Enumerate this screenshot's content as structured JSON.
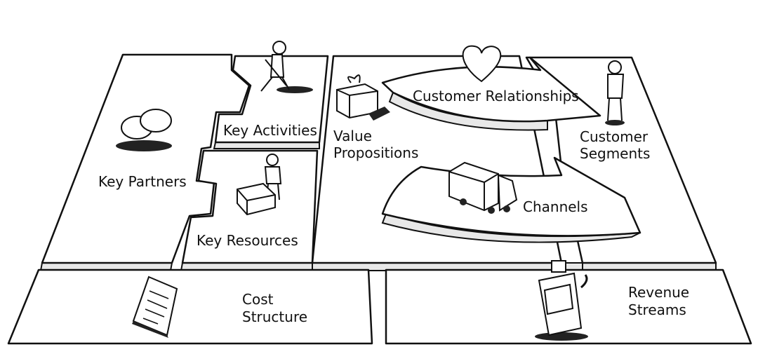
{
  "title": "Business Model Canvas",
  "blocks": {
    "key_partners": "Key Partners",
    "key_activities": "Key Activities",
    "key_resources": "Key Resources",
    "value_propositions": [
      "Value",
      "Propositions"
    ],
    "customer_relationships": "Customer Relationships",
    "channels": "Channels",
    "customer_segments": [
      "Customer",
      "Segments"
    ],
    "cost_structure": [
      "Cost",
      "Structure"
    ],
    "revenue_streams": [
      "Revenue",
      "Streams"
    ]
  }
}
